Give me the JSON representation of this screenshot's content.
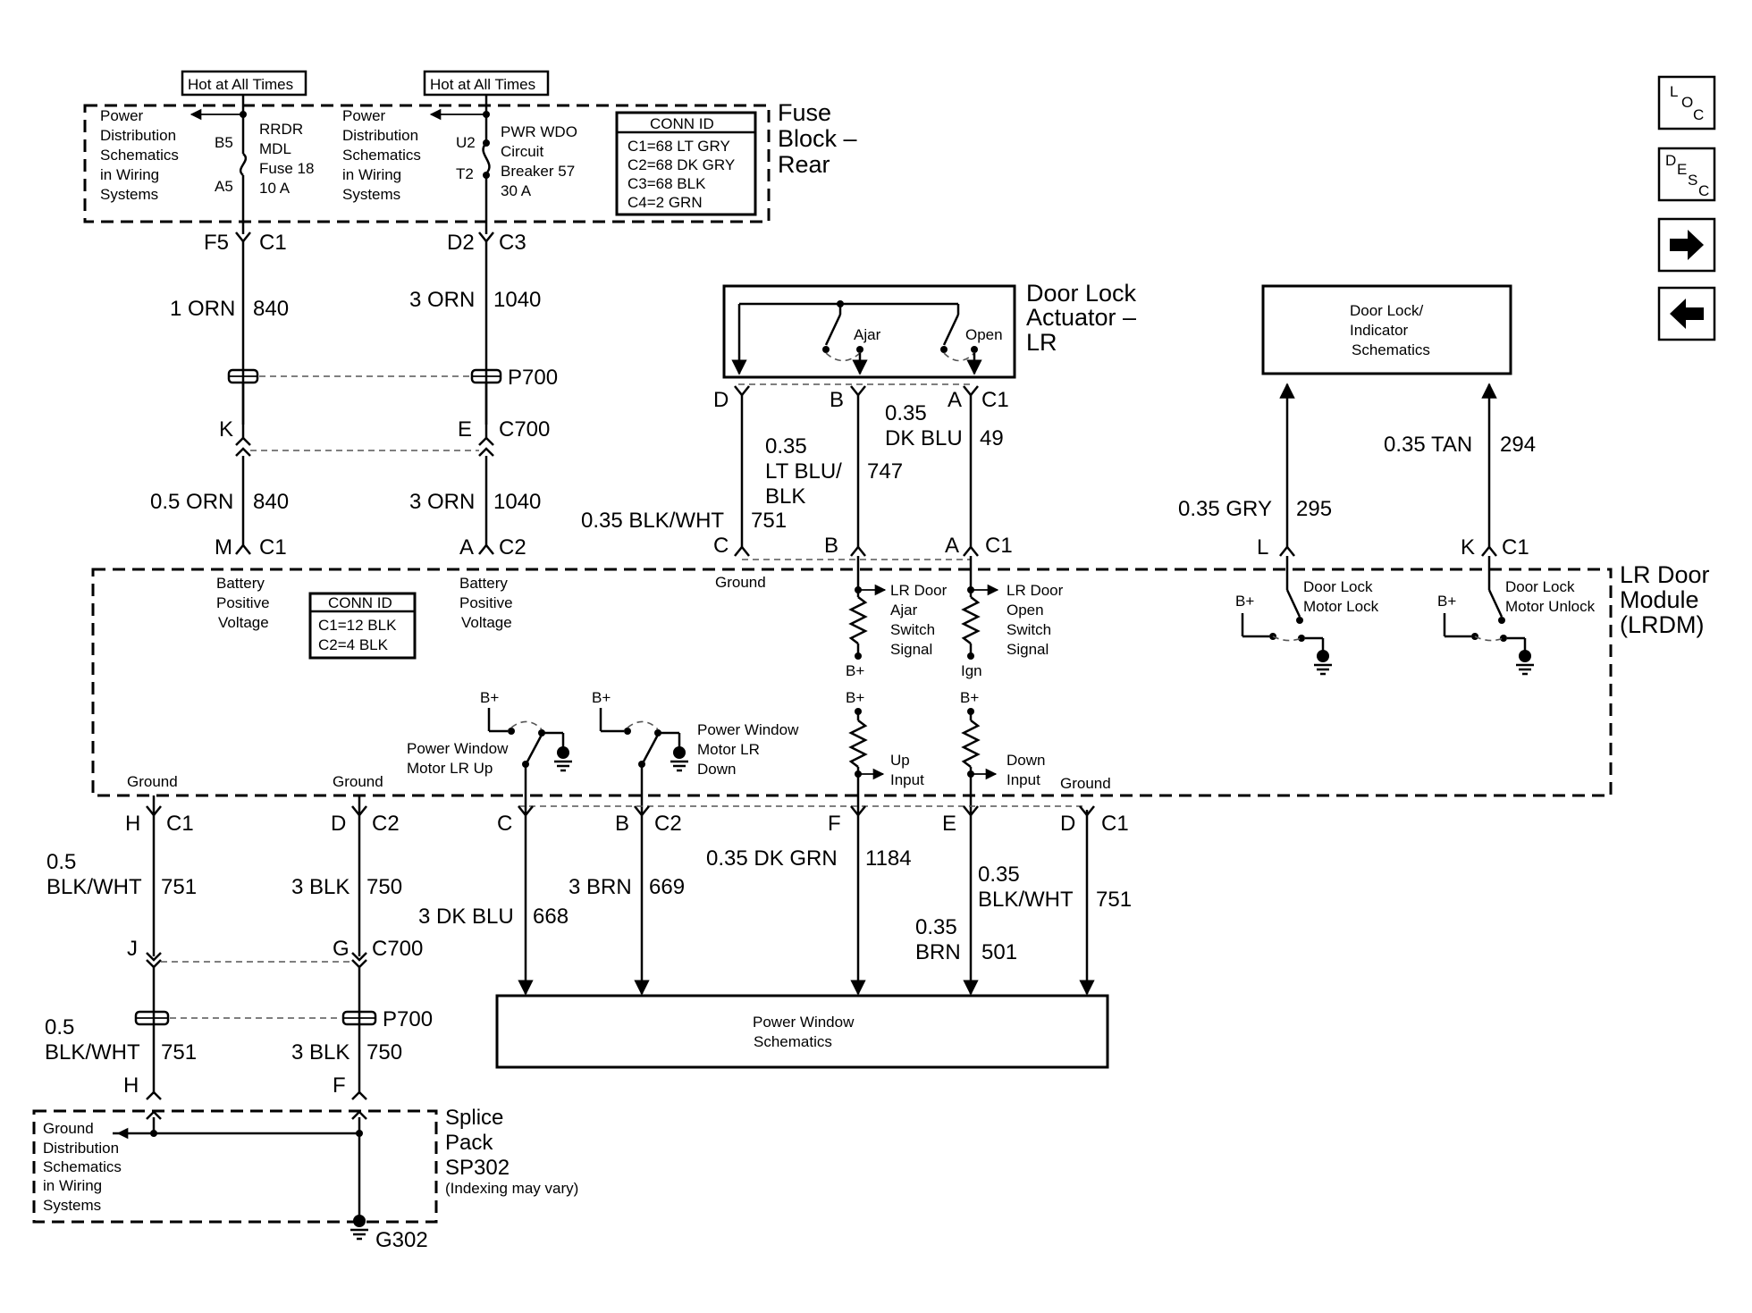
{
  "fuse_block": {
    "hot_label_1": "Hot at All Times",
    "hot_label_2": "Hot at All Times",
    "pd_text_1": [
      "Power",
      "Distribution",
      "Schematics",
      "in Wiring",
      "Systems"
    ],
    "pd_text_2": [
      "Power",
      "Distribution",
      "Schematics",
      "in Wiring",
      "Systems"
    ],
    "fuse_pin_top": "B5",
    "fuse_pin_bottom": "A5",
    "fuse_desc": [
      "RRDR",
      "MDL",
      "Fuse 18",
      "10 A"
    ],
    "breaker_pin_top": "U2",
    "breaker_pin_bottom": "T2",
    "breaker_desc": [
      "PWR WDO",
      "Circuit",
      "Breaker 57",
      "30 A"
    ],
    "conn_id_title": "CONN ID",
    "conn_ids": [
      "C1=68 LT GRY",
      "C2=68 DK GRY",
      "C3=68 BLK",
      "C4=2 GRN"
    ],
    "title": [
      "Fuse",
      "Block –",
      "Rear"
    ]
  },
  "fuse_outputs": {
    "left_pin": "F5",
    "left_conn": "C1",
    "right_pin": "D2",
    "right_conn": "C3"
  },
  "wires_upper": {
    "w1_gauge": "1 ORN",
    "w1_circuit": "840",
    "w2_gauge": "3 ORN",
    "w2_circuit": "1040",
    "p700": "P700",
    "k_pin": "K",
    "e_pin": "E",
    "c700": "C700",
    "w3_gauge": "0.5 ORN",
    "w3_circuit": "840",
    "w4_gauge": "3 ORN",
    "w4_circuit": "1040",
    "m_pin": "M",
    "m_conn": "C1",
    "a_pin": "A",
    "a_conn": "C2"
  },
  "door_lock_actuator": {
    "title": [
      "Door Lock",
      "Actuator –",
      "LR"
    ],
    "ajar": "Ajar",
    "open": "Open",
    "pin_d": "D",
    "pin_b": "B",
    "pin_a": "A",
    "conn": "C1",
    "w_blu_gauge": [
      "0.35",
      "DK BLU"
    ],
    "w_blu_circuit": "49",
    "w_lt_gauge": [
      "0.35",
      "LT BLU/",
      "BLK"
    ],
    "w_lt_circuit": "747",
    "w_blk_gauge": "0.35 BLK/WHT",
    "w_blk_circuit": "751",
    "mod_pin_c": "C",
    "mod_pin_b": "B",
    "mod_pin_a": "A",
    "mod_conn": "C1"
  },
  "indicator": {
    "box_text": [
      "Door Lock/",
      "Indicator",
      "Schematics"
    ],
    "w_gry_gauge": "0.35 GRY",
    "w_gry_circuit": "295",
    "w_tan_gauge": "0.35 TAN",
    "w_tan_circuit": "294",
    "pin_l": "L",
    "pin_k": "K",
    "conn": "C1"
  },
  "module": {
    "title": [
      "LR Door",
      "Module",
      "(LRDM)"
    ],
    "battery_1": [
      "Battery",
      "Positive",
      "Voltage"
    ],
    "battery_2": [
      "Battery",
      "Positive",
      "Voltage"
    ],
    "conn_id_title": "CONN ID",
    "conn_ids": [
      "C1=12 BLK",
      "C2=4 BLK"
    ],
    "ground_top": "Ground",
    "ajar_signal": [
      "LR Door",
      "Ajar",
      "Switch",
      "Signal"
    ],
    "open_signal": [
      "LR Door",
      "Open",
      "Switch",
      "Signal"
    ],
    "bplus": "B+",
    "ign": "Ign",
    "lock_motor": [
      "Door Lock",
      "Motor Lock"
    ],
    "unlock_motor": [
      "Door Lock",
      "Motor Unlock"
    ],
    "pw_up": [
      "Power Window",
      "Motor LR Up"
    ],
    "pw_down": [
      "Power Window",
      "Motor LR",
      "Down"
    ],
    "up_input": [
      "Up",
      "Input"
    ],
    "down_input": [
      "Down",
      "Input"
    ],
    "ground_1": "Ground",
    "ground_2": "Ground",
    "ground_3": "Ground"
  },
  "lower": {
    "pin_h": "H",
    "conn_h": "C1",
    "pin_d": "D",
    "conn_d": "C2",
    "pin_c": "C",
    "pin_b": "B",
    "conn_b": "C2",
    "pin_f": "F",
    "pin_e": "E",
    "pin_d2": "D",
    "conn_d2": "C1",
    "g1_gauge": [
      "0.5",
      "BLK/WHT"
    ],
    "g1_circuit": "751",
    "g2_gauge": "3 BLK",
    "g2_circuit": "750",
    "pw1_gauge": "3 DK BLU",
    "pw1_circuit": "668",
    "pw2_gauge": "3 BRN",
    "pw2_circuit": "669",
    "pw3_gauge": "0.35 DK GRN",
    "pw3_circuit": "1184",
    "pw4_gauge": [
      "0.35",
      "BLK/WHT"
    ],
    "pw4_circuit": "751",
    "pw5_gauge": [
      "0.35",
      "BRN"
    ],
    "pw5_circuit": "501",
    "j_pin": "J",
    "g_pin": "G",
    "c700": "C700",
    "p700": "P700",
    "g3_gauge": [
      "0.5",
      "BLK/WHT"
    ],
    "g3_circuit": "751",
    "g4_gauge": "3 BLK",
    "g4_circuit": "750",
    "h_pin": "H",
    "f_pin": "F",
    "pw_box": [
      "Power Window",
      "Schematics"
    ],
    "ground_dist": [
      "Ground",
      "Distribution",
      "Schematics",
      "in Wiring",
      "Systems"
    ],
    "splice_title": [
      "Splice",
      "Pack",
      "SP302"
    ],
    "splice_note": "(Indexing may vary)",
    "ground_name": "G302"
  },
  "nav": {
    "loc": [
      "L",
      "O",
      "C"
    ],
    "desc": [
      "D",
      "E",
      "S",
      "C"
    ],
    "forward_icon": "arrow-right-icon",
    "back_icon": "arrow-left-icon"
  }
}
